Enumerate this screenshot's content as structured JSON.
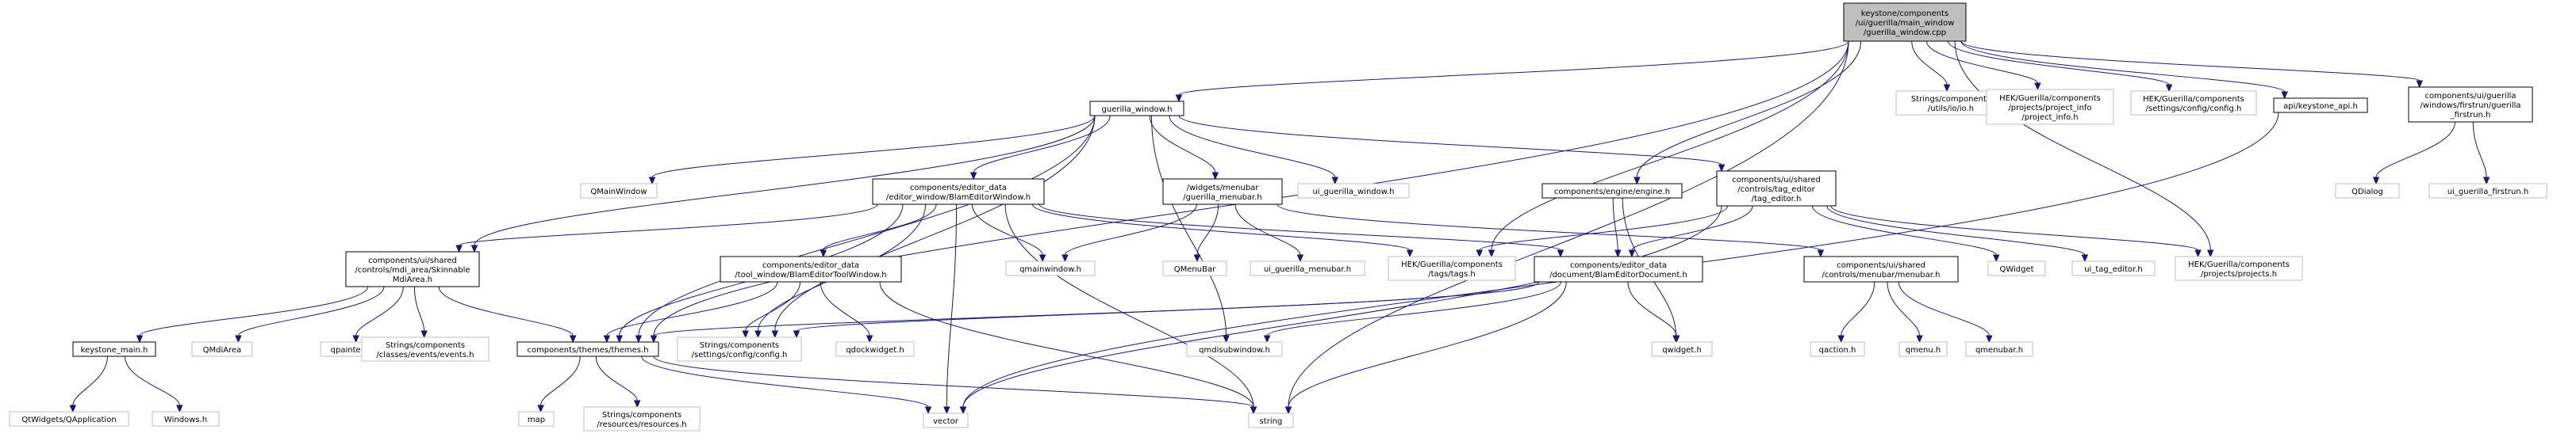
{
  "graph": {
    "title": "keystone/components/ui/guerilla/main_window/guerilla_window.cpp",
    "edge_color": "#191970",
    "root_fill": "#bfbfbf",
    "external_border": "#bfbfbf",
    "nodes": [
      {
        "id": "root",
        "lines": [
          "keystone/components",
          "/ui/guerilla/main_window",
          "/guerilla_window.cpp"
        ],
        "kind": "root"
      },
      {
        "id": "guerilla_window_h",
        "lines": [
          "guerilla_window.h"
        ],
        "kind": "file"
      },
      {
        "id": "strings_io",
        "lines": [
          "Strings/components",
          "/utils/io/io.h"
        ],
        "kind": "external"
      },
      {
        "id": "project_info",
        "lines": [
          "HEK/Guerilla/components",
          "/projects/project_info",
          "/project_info.h"
        ],
        "kind": "external"
      },
      {
        "id": "settings_config_ext",
        "lines": [
          "HEK/Guerilla/components",
          "/settings/config/config.h"
        ],
        "kind": "external"
      },
      {
        "id": "keystone_api",
        "lines": [
          "api/keystone_api.h"
        ],
        "kind": "file"
      },
      {
        "id": "firstrun",
        "lines": [
          "components/ui/guerilla",
          "/windows/firstrun/guerilla",
          "_firstrun.h"
        ],
        "kind": "file"
      },
      {
        "id": "qmainwindow_cap",
        "lines": [
          "QMainWindow"
        ],
        "kind": "external"
      },
      {
        "id": "editor_window",
        "lines": [
          "components/editor_data",
          "/editor_window/BlamEditorWindow.h"
        ],
        "kind": "file"
      },
      {
        "id": "menubar_h",
        "lines": [
          "/widgets/menubar",
          "/guerilla_menubar.h"
        ],
        "kind": "file"
      },
      {
        "id": "ui_guerilla_window",
        "lines": [
          "ui_guerilla_window.h"
        ],
        "kind": "external"
      },
      {
        "id": "engine_h",
        "lines": [
          "components/engine/engine.h"
        ],
        "kind": "file"
      },
      {
        "id": "tag_editor",
        "lines": [
          "components/ui/shared",
          "/controls/tag_editor",
          "/tag_editor.h"
        ],
        "kind": "file"
      },
      {
        "id": "qdialog",
        "lines": [
          "QDialog"
        ],
        "kind": "external"
      },
      {
        "id": "ui_firstrun",
        "lines": [
          "ui_guerilla_firstrun.h"
        ],
        "kind": "external"
      },
      {
        "id": "mdiarea",
        "lines": [
          "components/ui/shared",
          "/controls/mdi_area/Skinnable",
          "MdiArea.h"
        ],
        "kind": "file"
      },
      {
        "id": "toolwindow",
        "lines": [
          "components/editor_data",
          "/tool_window/BlamEditorToolWindow.h"
        ],
        "kind": "file"
      },
      {
        "id": "qmainwindow_lc",
        "lines": [
          "qmainwindow.h"
        ],
        "kind": "external"
      },
      {
        "id": "qmenubar_cap",
        "lines": [
          "QMenuBar"
        ],
        "kind": "external"
      },
      {
        "id": "ui_menubar",
        "lines": [
          "ui_guerilla_menubar.h"
        ],
        "kind": "external"
      },
      {
        "id": "tags_h",
        "lines": [
          "HEK/Guerilla/components",
          "/tags/tags.h"
        ],
        "kind": "external"
      },
      {
        "id": "editor_document",
        "lines": [
          "components/editor_data",
          "/document/BlamEditorDocument.h"
        ],
        "kind": "file"
      },
      {
        "id": "shared_menubar",
        "lines": [
          "components/ui/shared",
          "/controls/menubar/menubar.h"
        ],
        "kind": "file"
      },
      {
        "id": "qwidget_cap",
        "lines": [
          "QWidget"
        ],
        "kind": "external"
      },
      {
        "id": "ui_tag_editor",
        "lines": [
          "ui_tag_editor.h"
        ],
        "kind": "external"
      },
      {
        "id": "projects_h",
        "lines": [
          "HEK/Guerilla/components",
          "/projects/projects.h"
        ],
        "kind": "external"
      },
      {
        "id": "keystone_main",
        "lines": [
          "keystone_main.h"
        ],
        "kind": "file"
      },
      {
        "id": "qmdiarea",
        "lines": [
          "QMdiArea"
        ],
        "kind": "external"
      },
      {
        "id": "qpainter",
        "lines": [
          "qpainter.h"
        ],
        "kind": "external"
      },
      {
        "id": "events_h",
        "lines": [
          "Strings/components",
          "/classes/events/events.h"
        ],
        "kind": "external"
      },
      {
        "id": "themes_h",
        "lines": [
          "components/themes/themes.h"
        ],
        "kind": "file"
      },
      {
        "id": "strings_config",
        "lines": [
          "Strings/components",
          "/settings/config/config.h"
        ],
        "kind": "external"
      },
      {
        "id": "qdockwidget",
        "lines": [
          "qdockwidget.h"
        ],
        "kind": "external"
      },
      {
        "id": "qmdisubwindow",
        "lines": [
          "qmdisubwindow.h"
        ],
        "kind": "external"
      },
      {
        "id": "qwidget_lc",
        "lines": [
          "qwidget.h"
        ],
        "kind": "external"
      },
      {
        "id": "qaction",
        "lines": [
          "qaction.h"
        ],
        "kind": "external"
      },
      {
        "id": "qmenu",
        "lines": [
          "qmenu.h"
        ],
        "kind": "external"
      },
      {
        "id": "qmenubar_lc",
        "lines": [
          "qmenubar.h"
        ],
        "kind": "external"
      },
      {
        "id": "qtwidgets_qapp",
        "lines": [
          "QtWidgets/QApplication"
        ],
        "kind": "external"
      },
      {
        "id": "windows_h",
        "lines": [
          "Windows.h"
        ],
        "kind": "external"
      },
      {
        "id": "map",
        "lines": [
          "map"
        ],
        "kind": "external"
      },
      {
        "id": "resources_h",
        "lines": [
          "Strings/components",
          "/resources/resources.h"
        ],
        "kind": "external"
      },
      {
        "id": "vector",
        "lines": [
          "vector"
        ],
        "kind": "external"
      },
      {
        "id": "string",
        "lines": [
          "string"
        ],
        "kind": "external"
      }
    ],
    "edges": [
      [
        "root",
        "guerilla_window_h"
      ],
      [
        "root",
        "strings_io"
      ],
      [
        "root",
        "project_info"
      ],
      [
        "root",
        "settings_config_ext"
      ],
      [
        "root",
        "keystone_api"
      ],
      [
        "root",
        "firstrun"
      ],
      [
        "root",
        "engine_h"
      ],
      [
        "root",
        "tags_h"
      ],
      [
        "root",
        "projects_h"
      ],
      [
        "root",
        "themes_h"
      ],
      [
        "root",
        "string"
      ],
      [
        "guerilla_window_h",
        "qmainwindow_cap"
      ],
      [
        "guerilla_window_h",
        "editor_window"
      ],
      [
        "guerilla_window_h",
        "menubar_h"
      ],
      [
        "guerilla_window_h",
        "ui_guerilla_window"
      ],
      [
        "guerilla_window_h",
        "tag_editor"
      ],
      [
        "guerilla_window_h",
        "mdiarea"
      ],
      [
        "guerilla_window_h",
        "themes_h"
      ],
      [
        "guerilla_window_h",
        "strings_config"
      ],
      [
        "guerilla_window_h",
        "qmdisubwindow"
      ],
      [
        "keystone_api",
        "vector"
      ],
      [
        "firstrun",
        "qdialog"
      ],
      [
        "firstrun",
        "ui_firstrun"
      ],
      [
        "editor_window",
        "mdiarea"
      ],
      [
        "editor_window",
        "toolwindow"
      ],
      [
        "editor_window",
        "qmainwindow_lc"
      ],
      [
        "editor_window",
        "editor_document"
      ],
      [
        "editor_window",
        "themes_h"
      ],
      [
        "editor_window",
        "strings_config"
      ],
      [
        "editor_window",
        "tags_h"
      ],
      [
        "editor_window",
        "vector"
      ],
      [
        "editor_window",
        "string"
      ],
      [
        "menubar_h",
        "qmainwindow_lc"
      ],
      [
        "menubar_h",
        "qmenubar_cap"
      ],
      [
        "menubar_h",
        "ui_menubar"
      ],
      [
        "menubar_h",
        "shared_menubar"
      ],
      [
        "engine_h",
        "editor_document"
      ],
      [
        "engine_h",
        "qwidget_lc"
      ],
      [
        "tag_editor",
        "tags_h"
      ],
      [
        "tag_editor",
        "editor_document"
      ],
      [
        "tag_editor",
        "qwidget_cap"
      ],
      [
        "tag_editor",
        "ui_tag_editor"
      ],
      [
        "tag_editor",
        "projects_h"
      ],
      [
        "tag_editor",
        "vector"
      ],
      [
        "mdiarea",
        "keystone_main"
      ],
      [
        "mdiarea",
        "qmdiarea"
      ],
      [
        "mdiarea",
        "qpainter"
      ],
      [
        "mdiarea",
        "events_h"
      ],
      [
        "mdiarea",
        "themes_h"
      ],
      [
        "toolwindow",
        "themes_h"
      ],
      [
        "toolwindow",
        "strings_config"
      ],
      [
        "toolwindow",
        "qdockwidget"
      ],
      [
        "toolwindow",
        "string"
      ],
      [
        "editor_document",
        "themes_h"
      ],
      [
        "editor_document",
        "strings_config"
      ],
      [
        "editor_document",
        "qmdisubwindow"
      ],
      [
        "editor_document",
        "qwidget_lc"
      ],
      [
        "editor_document",
        "string"
      ],
      [
        "shared_menubar",
        "qaction"
      ],
      [
        "shared_menubar",
        "qmenu"
      ],
      [
        "shared_menubar",
        "qmenubar_lc"
      ],
      [
        "keystone_main",
        "qtwidgets_qapp"
      ],
      [
        "keystone_main",
        "windows_h"
      ],
      [
        "themes_h",
        "map"
      ],
      [
        "themes_h",
        "resources_h"
      ],
      [
        "themes_h",
        "vector"
      ],
      [
        "themes_h",
        "string"
      ]
    ]
  }
}
